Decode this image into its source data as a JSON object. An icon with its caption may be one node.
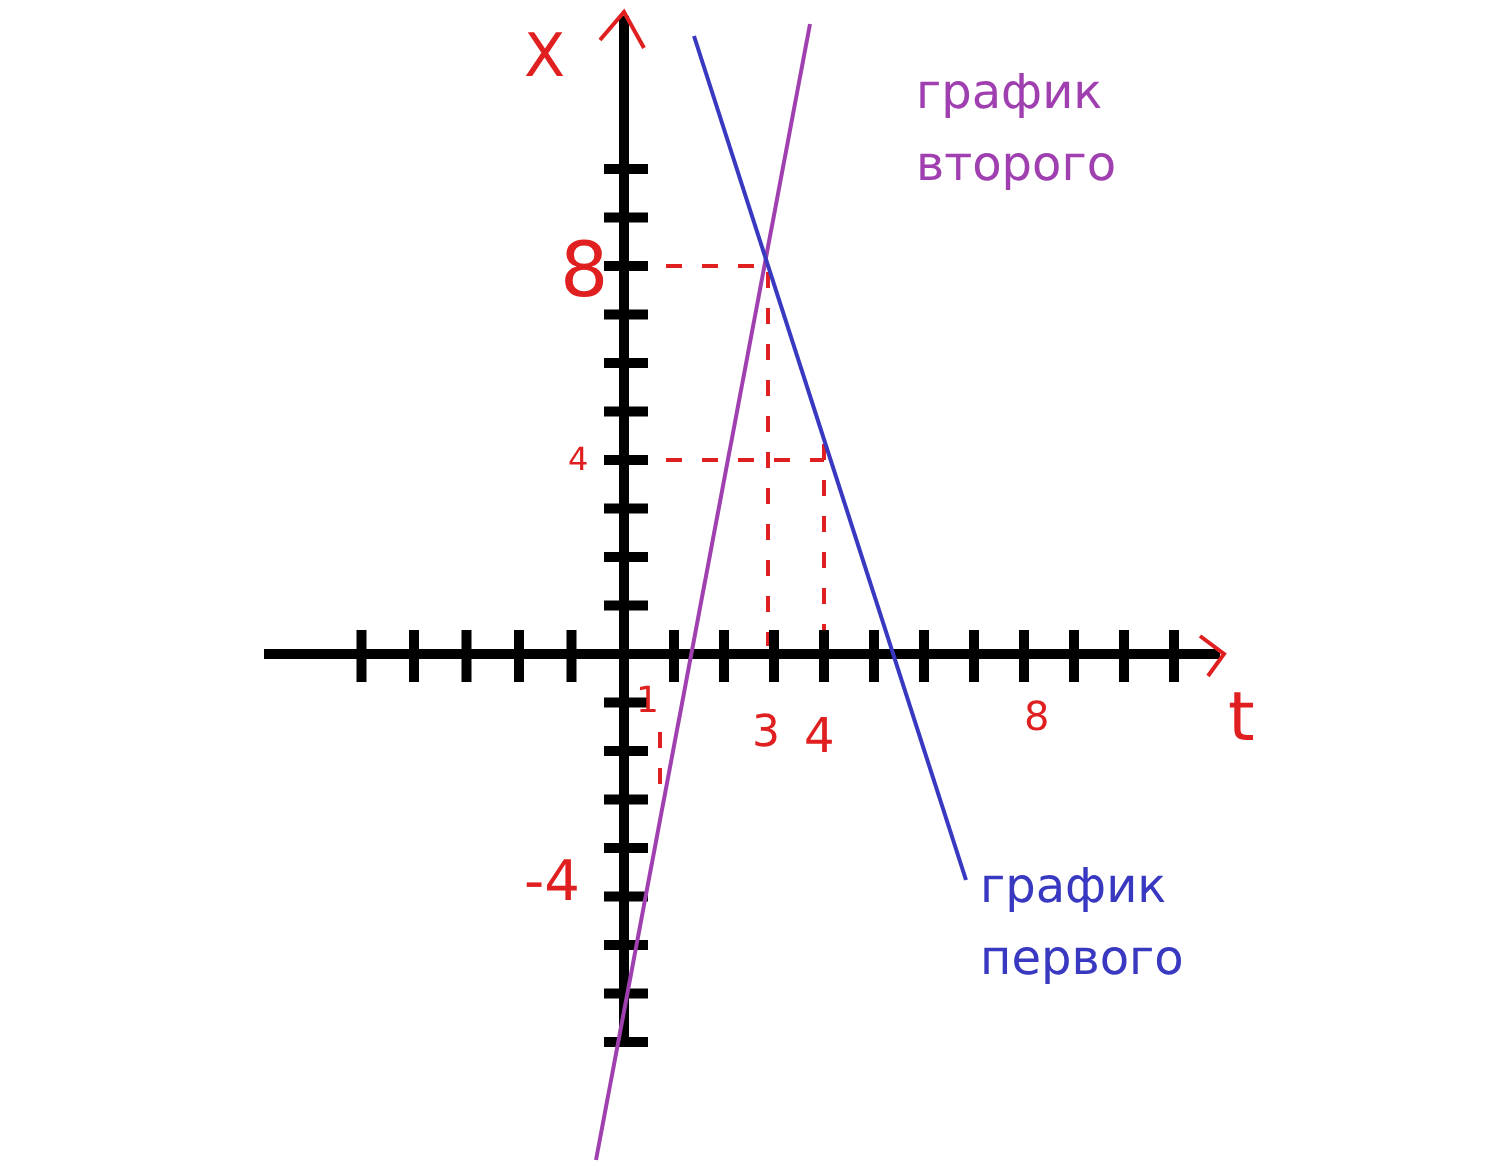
{
  "diagram": {
    "labels": [
      "X",
      "график второго",
      "8",
      "4",
      "1",
      "3",
      "4",
      "8",
      "t",
      "-4",
      "график первого"
    ]
  }
}
